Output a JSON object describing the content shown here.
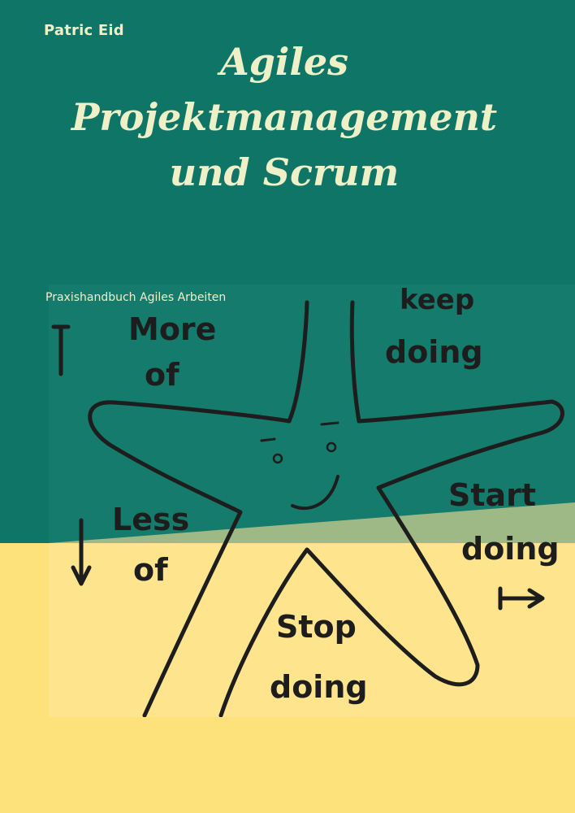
{
  "cover": {
    "author": "Patric Eid",
    "title_lines": [
      "Agiles",
      "Projektmanagement",
      "und Scrum"
    ],
    "subtitle": "Praxishandbuch Agiles Arbeiten"
  },
  "photo": {
    "labels": {
      "more_of_line1": "More",
      "more_of_line2": "of",
      "keep_line1": "keep",
      "keep_line2": "doing",
      "less_of_line1": "Less",
      "less_of_line2": "of",
      "start_line1": "Start",
      "start_line2": "doing",
      "stop_line1": "Stop",
      "stop_line2": "doing"
    }
  },
  "colors": {
    "teal": "#0f7566",
    "yellow": "#fde27c",
    "title_text": "#eef0c8",
    "ink": "#1d1d1d"
  }
}
